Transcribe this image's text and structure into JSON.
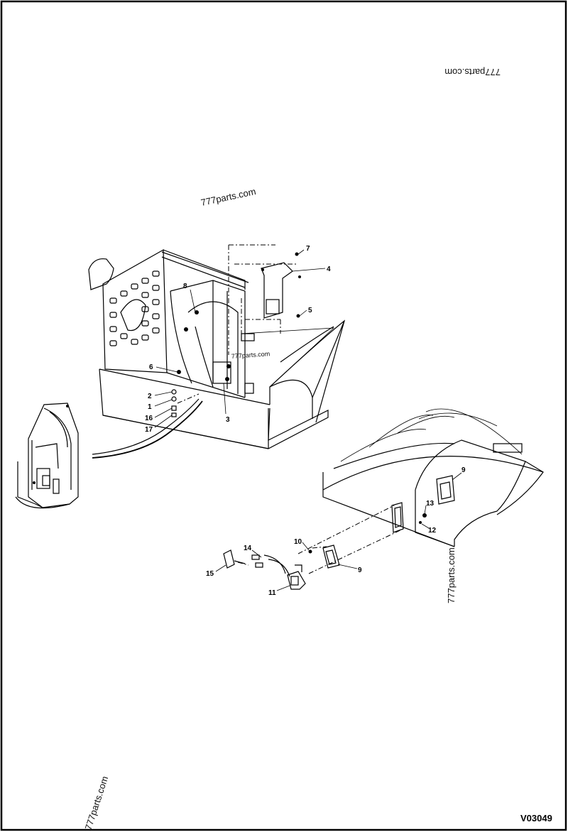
{
  "drawing": {
    "code": "V03049",
    "watermarks": [
      "777parts.com",
      "777parts.com",
      "777parts.com",
      "777parts.com",
      "777parts.com"
    ]
  },
  "callouts": [
    "1",
    "2",
    "3",
    "4",
    "5",
    "6",
    "7",
    "8",
    "9",
    "9",
    "10",
    "11",
    "12",
    "13",
    "14",
    "15",
    "16",
    "17"
  ]
}
